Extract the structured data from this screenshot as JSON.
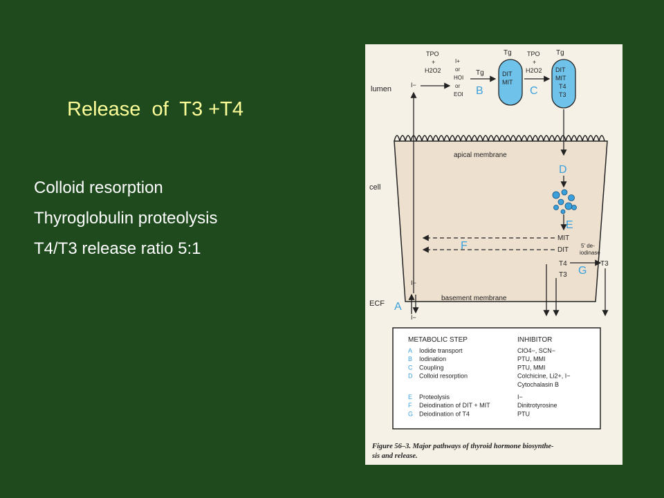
{
  "slide": {
    "title": "Release  of  T3 +T4",
    "bullets": [
      "Colloid resorption",
      "Thyroglobulin proteolysis",
      "T4/T3 release ratio 5:1"
    ]
  },
  "colors": {
    "background": "#1e4a1e",
    "title": "#ffff99",
    "text": "#ffffff",
    "accent_blue": "#3aa0dc",
    "cell_fill": "#ede0cf"
  },
  "figure": {
    "lumen": "lumen",
    "cell": "cell",
    "ecf": "ECF",
    "iodide": "I−",
    "tpo1": "TPO",
    "plus1": "+",
    "h2o2_1": "H2O2",
    "iodine_forms": [
      "I+",
      "or",
      "HOI",
      "or",
      "EOI"
    ],
    "tg1": "Tg",
    "tg2": "Tg",
    "tpo2": "TPO",
    "plus2": "+",
    "h2o2_2": "H2O2",
    "tg3": "Tg",
    "pill1": [
      "DIT",
      "MIT"
    ],
    "pill2": [
      "DIT",
      "MIT",
      "T4",
      "T3"
    ],
    "apical_membrane": "apical membrane",
    "basement_membrane": "basement membrane",
    "mit": "MIT",
    "dit": "DIT",
    "deiodinase": [
      "5' de-",
      "iodinase"
    ],
    "t4": "T4",
    "t3_cell": "T3",
    "t3_out": "T3",
    "step_letters": [
      "A",
      "B",
      "C",
      "D",
      "E",
      "F",
      "G"
    ],
    "table": {
      "header_step": "METABOLIC STEP",
      "header_inhibitor": "INHIBITOR",
      "rows": [
        {
          "letter": "A",
          "step": "Iodide transport",
          "inhibitor": "ClO4−, SCN−"
        },
        {
          "letter": "B",
          "step": "Iodination",
          "inhibitor": "PTU, MMI"
        },
        {
          "letter": "C",
          "step": "Coupling",
          "inhibitor": "PTU, MMI"
        },
        {
          "letter": "D",
          "step": "Colloid resorption",
          "inhibitor": "Colchicine, Li2+, I−"
        },
        {
          "letter": "",
          "step": "",
          "inhibitor": "Cytochalasin B"
        },
        {
          "letter": "E",
          "step": "Proteolysis",
          "inhibitor": "I−"
        },
        {
          "letter": "F",
          "step": "Deiodination of DIT + MIT",
          "inhibitor": "Dinitrotyrosine"
        },
        {
          "letter": "G",
          "step": "Deiodination of T4",
          "inhibitor": "PTU"
        }
      ]
    },
    "caption": [
      "Figure 56–3. Major pathways of thyroid hormone biosynthe-",
      "sis and release."
    ]
  }
}
